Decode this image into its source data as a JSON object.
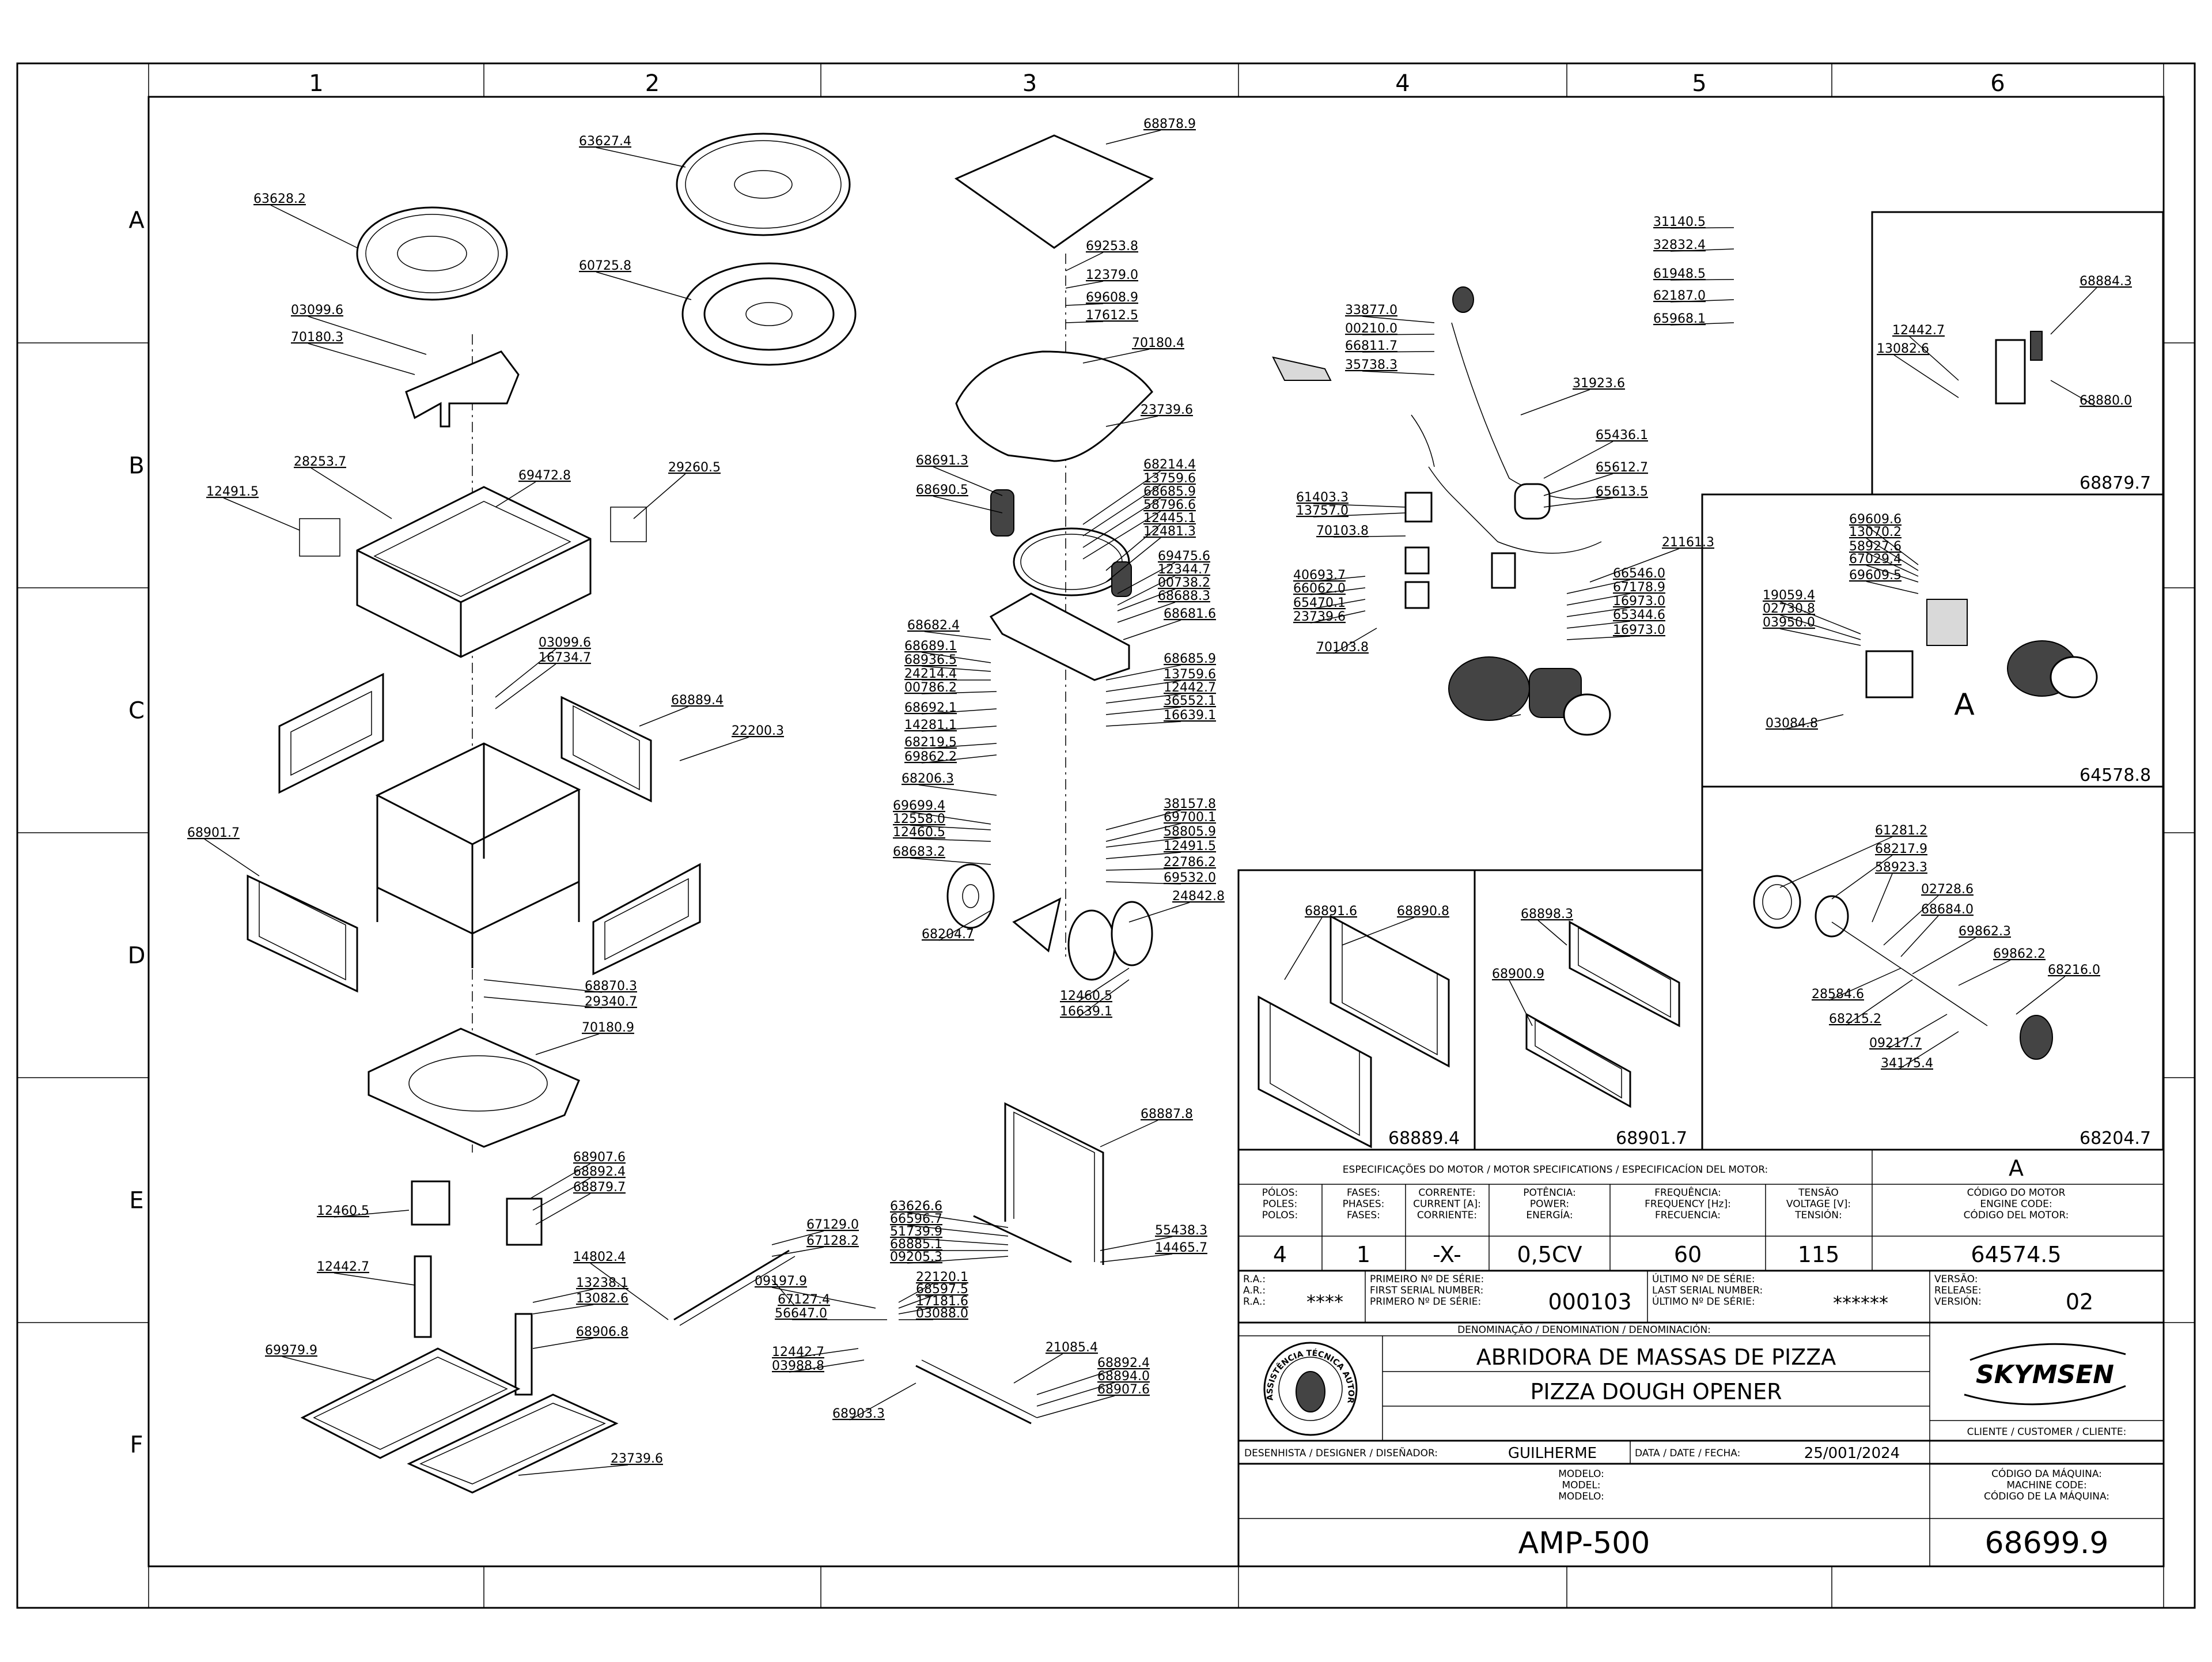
{
  "grid": {
    "columns": [
      "1",
      "2",
      "3",
      "4",
      "5",
      "6"
    ],
    "rows": [
      "A",
      "B",
      "C",
      "D",
      "E",
      "F"
    ]
  },
  "callouts": [
    "63628.2",
    "63627.4",
    "60725.8",
    "03099.6",
    "70180.3",
    "28253.7",
    "69472.8",
    "29260.5",
    "12491.5",
    "03099.6",
    "16734.7",
    "68889.4",
    "22200.3",
    "68901.7",
    "68870.3",
    "29340.7",
    "70180.9",
    "68907.6",
    "68892.4",
    "68879.7",
    "12460.5",
    "12442.7",
    "13238.1",
    "13082.6",
    "68906.8",
    "69979.9",
    "23739.6",
    "14802.4",
    "67129.0",
    "67128.2",
    "67127.4",
    "56647.0",
    "09197.9",
    "22120.1",
    "68597.5",
    "17181.6",
    "03088.0",
    "12442.7",
    "03988.8",
    "68903.3",
    "21085.4",
    "68892.4",
    "68894.0",
    "68907.6",
    "63626.6",
    "66596.7",
    "51739.9",
    "68885.1",
    "09205.3",
    "55438.3",
    "14465.7",
    "68887.8",
    "68878.9",
    "69253.8",
    "12379.0",
    "69608.9",
    "17612.5",
    "70180.4",
    "23739.6",
    "68691.3",
    "68690.5",
    "68214.4",
    "13759.6",
    "68685.9",
    "58796.6",
    "12445.1",
    "12481.3",
    "69475.6",
    "12344.7",
    "00738.2",
    "68688.3",
    "68681.6",
    "68682.4",
    "68689.1",
    "68936.5",
    "24214.4",
    "00786.2",
    "68692.1",
    "14281.1",
    "68219.5",
    "69862.2",
    "68206.3",
    "68685.9",
    "13759.6",
    "12442.7",
    "36552.1",
    "16639.1",
    "69699.4",
    "12558.0",
    "12460.5",
    "68683.2",
    "38157.8",
    "69700.1",
    "58805.9",
    "12491.5",
    "22786.2",
    "69532.0",
    "24842.8",
    "68204.7",
    "12460.5",
    "16639.1",
    "33877.0",
    "00210.0",
    "66811.7",
    "35738.3",
    "31923.6",
    "65436.1",
    "65612.7",
    "65613.5",
    "61403.3",
    "13757.0",
    "70103.8",
    "21161.3",
    "40693.7",
    "66062.0",
    "65470.1",
    "23739.6",
    "70103.8",
    "66546.0",
    "67178.9",
    "16973.0",
    "65344.6",
    "16973.0",
    "31140.5",
    "32832.4",
    "61948.5",
    "62187.0",
    "65968.1",
    "12442.7",
    "13082.6",
    "68884.3",
    "68880.0",
    "69609.6",
    "13070.2",
    "58927.6",
    "67029.4",
    "69609.5",
    "19059.4",
    "02730.8",
    "03950.0",
    "03084.8",
    "61281.2",
    "68217.9",
    "58923.3",
    "02728.6",
    "68684.0",
    "69862.3",
    "69862.2",
    "68216.0",
    "28584.6",
    "68215.2",
    "09217.7",
    "34175.4",
    "68891.6",
    "68890.8",
    "68898.3",
    "68900.9"
  ],
  "detail_boxes": {
    "b1": "68889.4",
    "b2": "68901.7",
    "b3": "68204.7",
    "top_right": "68879.7",
    "motor": "64578.8",
    "motor_view": "A"
  },
  "motor_spec": {
    "header": "ESPECIFICAÇÕES DO MOTOR / MOTOR SPECIFICATIONS / ESPECIFICACÍON DEL MOTOR:",
    "view": "A",
    "columns": [
      {
        "label": "PÓLOS:\nPOLES:\nPOLOS:",
        "value": "4"
      },
      {
        "label": "FASES:\nPHASES:\nFASES:",
        "value": "1"
      },
      {
        "label": "CORRENTE:\nCURRENT [A]:\nCORRIENTE:",
        "value": "-X-"
      },
      {
        "label": "POTÊNCIA:\nPOWER:\nENERGÍA:",
        "value": "0,5CV"
      },
      {
        "label": "FREQUÊNCIA:\nFREQUENCY [Hz]:\nFRECUENCIA:",
        "value": "60"
      },
      {
        "label": "TENSÃO\nVOLTAGE [V]:\nTENSIÓN:",
        "value": "115"
      },
      {
        "label": "CÓDIGO DO MOTOR\nENGINE CODE:\nCÓDIGO DEL MOTOR:",
        "value": "64574.5"
      }
    ]
  },
  "title_block": {
    "ra_label": "R.A.:\nA.R.:\nR.A.:",
    "ra_value": "****",
    "first_serial_label": "PRIMEIRO Nº DE SÉRIE:\nFIRST SERIAL NUMBER:\nPRIMERO Nº DE SÉRIE:",
    "first_serial": "000103",
    "last_serial_label": "ÚLTIMO Nº DE SÉRIE:\nLAST SERIAL NUMBER:\nÚLTIMO Nº DE SÉRIE:",
    "last_serial": "******",
    "version_label": "VERSÃO:\nRELEASE:\nVERSIÓN:",
    "version": "02",
    "denomination_label": "DENOMINAÇÃO / DENOMINATION / DENOMINACIÓN:",
    "name_pt": "ABRIDORA DE MASSAS DE PIZZA",
    "name_en": "PIZZA DOUGH OPENER",
    "brand": "SKYMSEN",
    "seal_text": "ASSISTÊNCIA TÉCNICA AUTORIZADA",
    "client_label": "CLIENTE / CUSTOMER / CLIENTE:",
    "designer_label": "DESENHISTA / DESIGNER / DISEÑADOR:",
    "designer": "GUILHERME",
    "date_label": "DATA / DATE / FECHA:",
    "date": "25/001/2024",
    "model_label": "MODELO:\nMODEL:\nMODELO:",
    "machine_code_label": "CÓDIGO DA MÁQUINA:\nMACHINE CODE:\nCÓDIGO DE LA MÁQUINA:",
    "model": "AMP-500",
    "machine_code": "68699.9"
  }
}
